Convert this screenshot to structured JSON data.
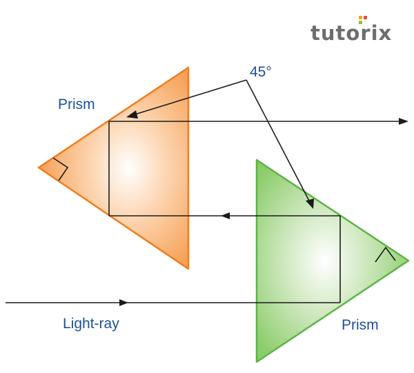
{
  "logo": {
    "text": "tutorix",
    "brand_color": "#6d6e71",
    "accent_color": "#f5a623"
  },
  "labels": {
    "angle": "45°",
    "prism_top": "Prism",
    "prism_bottom": "Prism",
    "light_ray": "Light-ray"
  },
  "colors": {
    "label_text": "#1d4f9c",
    "ray": "#1a1a1a",
    "prism_orange_stroke": "#f07d1e",
    "prism_orange_fill": "#f7a65a",
    "prism_green_stroke": "#5bb445",
    "prism_green_fill": "#8fcf6e"
  },
  "icons": {
    "right_angle_marker": "right-angle-icon"
  }
}
